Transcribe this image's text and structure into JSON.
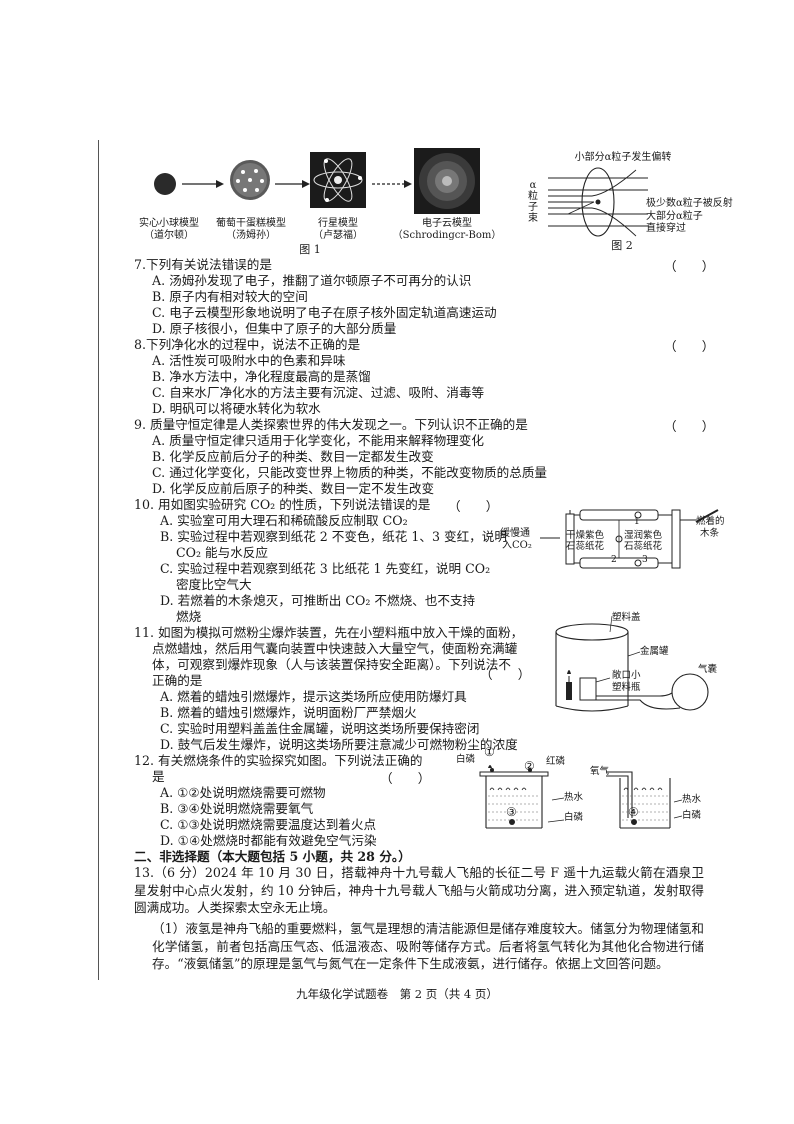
{
  "fig1": {
    "models": [
      {
        "name": "实心小球模型",
        "person": "（道尔顿）"
      },
      {
        "name": "葡萄干蛋糕模型",
        "person": "（汤姆孙）"
      },
      {
        "name": "行星模型",
        "person": "（卢瑟福）"
      },
      {
        "name": "电子云模型",
        "person": "（Schrodingcr-Bom）"
      }
    ],
    "caption": "图 1"
  },
  "fig2": {
    "label_top": "小部分α粒子发生偏转",
    "label_left": "α粒子束",
    "label_reflect": "极少数α粒子被反射",
    "label_through1": "大部分α粒子",
    "label_through2": "直接穿过",
    "caption": "图 2"
  },
  "q7": {
    "stem": "7.下列有关说法错误的是",
    "paren": "（　　）",
    "options": [
      "A. 汤姆孙发现了电子，推翻了道尔顿原子不可再分的认识",
      "B. 原子内有相对较大的空间",
      "C. 电子云模型形象地说明了电子在原子核外固定轨道高速运动",
      "D. 原子核很小，但集中了原子的大部分质量"
    ]
  },
  "q8": {
    "stem": "8.下列净化水的过程中，说法不正确的是",
    "paren": "（　　）",
    "options": [
      "A. 活性炭可吸附水中的色素和异味",
      "B. 净水方法中，净化程度最高的是蒸馏",
      "C. 自来水厂净化水的方法主要有沉淀、过滤、吸附、消毒等",
      "D. 明矾可以将硬水转化为软水"
    ]
  },
  "q9": {
    "stem": "9. 质量守恒定律是人类探索世界的伟大发现之一。下列认识不正确的是",
    "paren": "（　　）",
    "options": [
      "A. 质量守恒定律只适用于化学变化，不能用来解释物理变化",
      "B. 化学反应前后分子的种类、数目一定都发生改变",
      "C. 通过化学变化，只能改变世界上物质的种类，不能改变物质的总质量",
      "D. 化学反应前后原子的种类、数目一定不发生改变"
    ]
  },
  "q10": {
    "stem": "10. 用如图实验研究 CO₂ 的性质，下列说法错误的是",
    "paren": "（　　）",
    "options": [
      "A. 实验室可用大理石和稀硫酸反应制取 CO₂",
      "B. 实验过程中若观察到纸花 2 不变色，纸花 1、3 变红，说明",
      "CO₂ 能与水反应",
      "C. 实验过程中若观察到纸花 3 比纸花 1 先变红，说明 CO₂",
      "密度比空气大",
      "D. 若燃着的木条熄灭，可推断出 CO₂ 不燃烧、也不支持",
      "燃烧"
    ],
    "fig": {
      "slow": "缓慢通",
      "co2": "入CO₂",
      "dry1": "干燥紫色",
      "dry2": "石蕊纸花",
      "wet1": "湿润紫色",
      "wet2": "石蕊纸花",
      "stick1": "燃着的",
      "stick2": "木条",
      "n1": "1",
      "n2": "2",
      "n3": "3"
    }
  },
  "q11": {
    "lines": [
      "11. 如图为模拟可燃粉尘爆炸装置，先在小塑料瓶中放入干燥的面粉，",
      "点燃蜡烛，然后用气囊向装置中快速鼓入大量空气，使面粉充满罐",
      "体，可观察到爆炸现象（人与该装置保持安全距离）。下列说法不",
      "正确的是"
    ],
    "paren": "（　　）",
    "options": [
      "A. 燃着的蜡烛引燃爆炸，提示这类场所应使用防爆灯具",
      "B. 燃着的蜡烛引燃爆炸，说明面粉厂严禁烟火",
      "C. 实验时用塑料盖盖住金属罐，说明这类场所要保持密闭",
      "D. 鼓气后发生爆炸，说明这类场所要注意减少可燃物粉尘的浓度"
    ],
    "fig": {
      "lid": "塑料盖",
      "can": "金属罐",
      "bottle1": "敞口小",
      "bottle2": "塑料瓶",
      "bag": "气囊"
    }
  },
  "q12": {
    "stem1": "12. 有关燃烧条件的实验探究如图。下列说法正确的",
    "stem2": "是",
    "paren": "（　　）",
    "options": [
      "A. ①②处说明燃烧需要可燃物",
      "B. ③④处说明燃烧需要氧气",
      "C. ①③处说明燃烧需要温度达到着火点",
      "D. ①④处燃烧时都能有效避免空气污染"
    ],
    "fig": {
      "white_p": "白磷",
      "red_p": "红磷",
      "hot_water": "热水",
      "white_p2": "白磷",
      "oxygen": "氧气",
      "hot_water2": "热水",
      "white_p3": "白磷",
      "c1": "①",
      "c2": "②",
      "c3": "③",
      "c4": "④"
    }
  },
  "section2": "二、非选择题（本大题包括 5 小题，共 28 分。）",
  "q13": {
    "intro": "13.（6 分）2024 年 10 月 30 日，搭载神舟十九号载人飞船的长征二号 F 遥十九运载火箭在酒泉卫星发射中心点火发射，约 10 分钟后，神舟十九号载人飞船与火箭成功分离，进入预定轨道，发射取得圆满成功。人类探索太空永无止境。",
    "part1": "（1）液氢是神舟飞船的重要燃料，氢气是理想的清洁能源但是储存难度较大。储氢分为物理储氢和化学储氢，前者包括高压气态、低温液态、吸附等储存方式。后者将氢气转化为其他化合物进行储存。“液氨储氢”的原理是氢气与氮气在一定条件下生成液氨，进行储存。依据上文回答问题。"
  },
  "footer": "九年级化学试题卷　第 2 页（共 4 页）"
}
